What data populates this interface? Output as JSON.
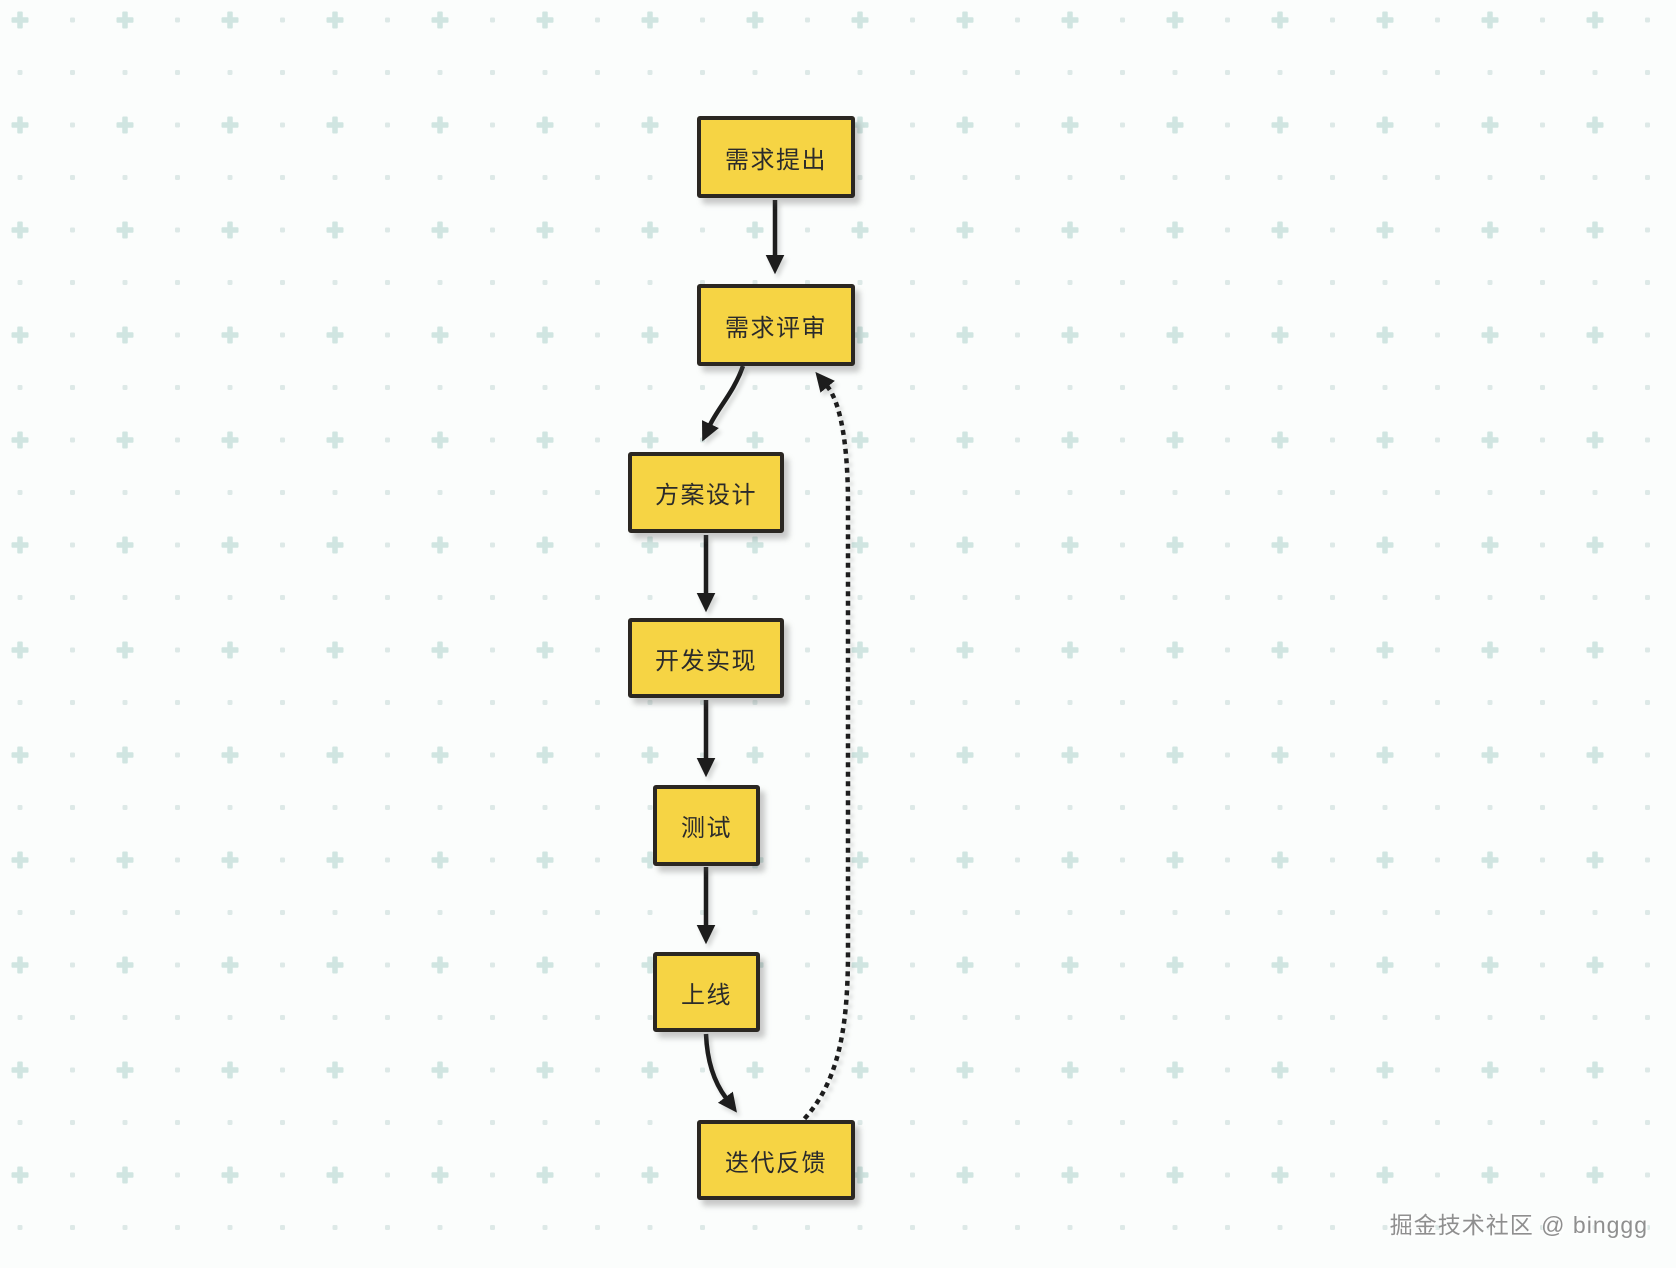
{
  "diagram": {
    "title": "",
    "nodes": [
      {
        "id": "n1",
        "label": "需求提出"
      },
      {
        "id": "n2",
        "label": "需求评审"
      },
      {
        "id": "n3",
        "label": "方案设计"
      },
      {
        "id": "n4",
        "label": "开发实现"
      },
      {
        "id": "n5",
        "label": "测试"
      },
      {
        "id": "n6",
        "label": "上线"
      },
      {
        "id": "n7",
        "label": "迭代反馈"
      }
    ],
    "edges": [
      {
        "from": "需求提出",
        "to": "需求评审",
        "style": "solid"
      },
      {
        "from": "需求评审",
        "to": "方案设计",
        "style": "solid"
      },
      {
        "from": "方案设计",
        "to": "开发实现",
        "style": "solid"
      },
      {
        "from": "开发实现",
        "to": "测试",
        "style": "solid"
      },
      {
        "from": "测试",
        "to": "上线",
        "style": "solid"
      },
      {
        "from": "上线",
        "to": "迭代反馈",
        "style": "solid"
      },
      {
        "from": "迭代反馈",
        "to": "需求评审",
        "style": "dotted"
      }
    ],
    "colors": {
      "node_fill": "#f6d444",
      "node_border": "#2b2722",
      "arrow": "#1d1d1d",
      "background": "#fbfdfc",
      "pattern_plus": "#d0e5e1",
      "pattern_dot": "#dde9e7",
      "watermark": "#8f8f8f"
    }
  },
  "watermark": {
    "text": "掘金技术社区 @ binggg"
  }
}
